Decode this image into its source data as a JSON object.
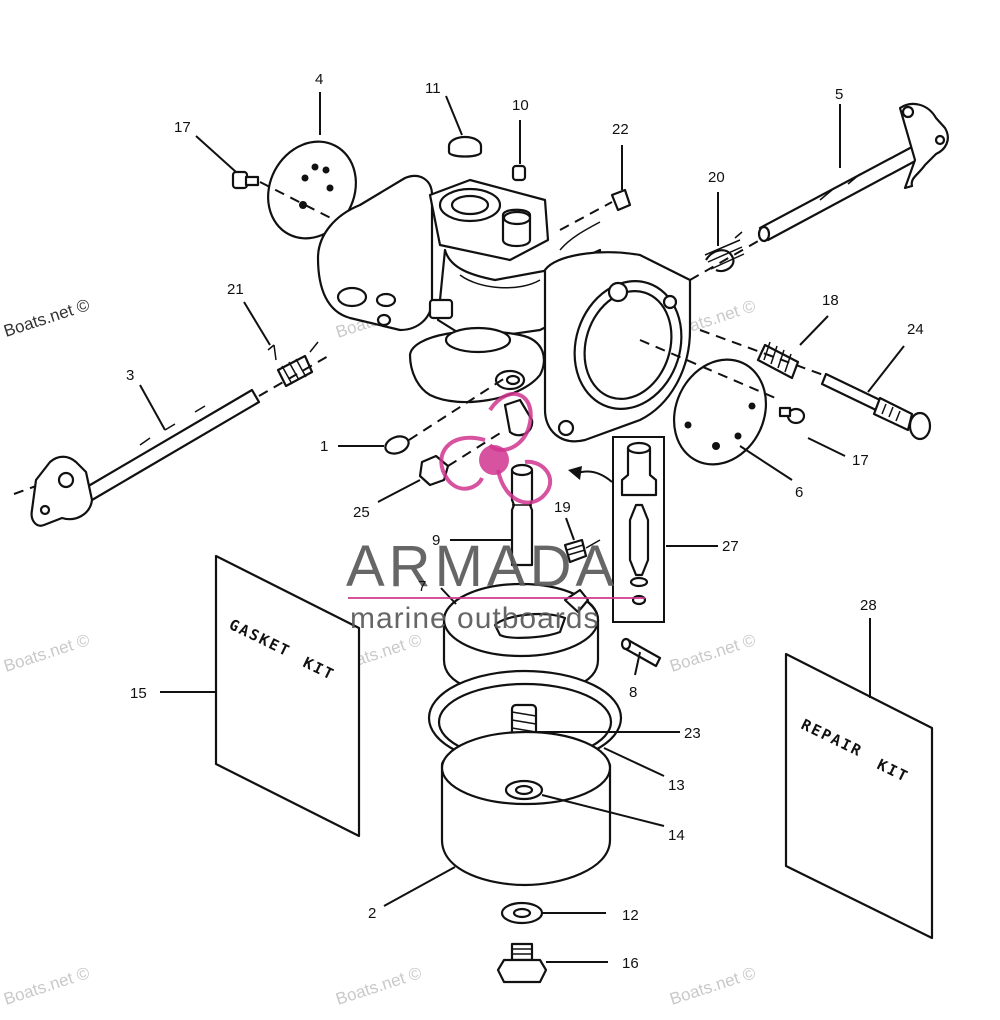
{
  "callouts": [
    {
      "id": "c1",
      "label": "1"
    },
    {
      "id": "c2",
      "label": "2"
    },
    {
      "id": "c3",
      "label": "3"
    },
    {
      "id": "c4",
      "label": "4"
    },
    {
      "id": "c5",
      "label": "5"
    },
    {
      "id": "c6",
      "label": "6"
    },
    {
      "id": "c7",
      "label": "7"
    },
    {
      "id": "c8",
      "label": "8"
    },
    {
      "id": "c9",
      "label": "9"
    },
    {
      "id": "c10",
      "label": "10"
    },
    {
      "id": "c11",
      "label": "11"
    },
    {
      "id": "c12",
      "label": "12"
    },
    {
      "id": "c13",
      "label": "13"
    },
    {
      "id": "c14",
      "label": "14"
    },
    {
      "id": "c15",
      "label": "15"
    },
    {
      "id": "c16",
      "label": "16"
    },
    {
      "id": "c17a",
      "label": "17"
    },
    {
      "id": "c17b",
      "label": "17"
    },
    {
      "id": "c18",
      "label": "18"
    },
    {
      "id": "c19",
      "label": "19"
    },
    {
      "id": "c20",
      "label": "20"
    },
    {
      "id": "c21",
      "label": "21"
    },
    {
      "id": "c22",
      "label": "22"
    },
    {
      "id": "c23",
      "label": "23"
    },
    {
      "id": "c24",
      "label": "24"
    },
    {
      "id": "c25",
      "label": "25"
    },
    {
      "id": "c27",
      "label": "27"
    },
    {
      "id": "c28",
      "label": "28"
    }
  ],
  "kits": {
    "gasket_line1": "GASKET",
    "gasket_line2": "KIT",
    "repair_line1": "REPAIR",
    "repair_line2": "KIT"
  },
  "watermark": {
    "text": "Boats.net ©"
  },
  "logo": {
    "main": "ARMADA",
    "sub": "marine outboards",
    "accent_color": "#d0358f"
  }
}
